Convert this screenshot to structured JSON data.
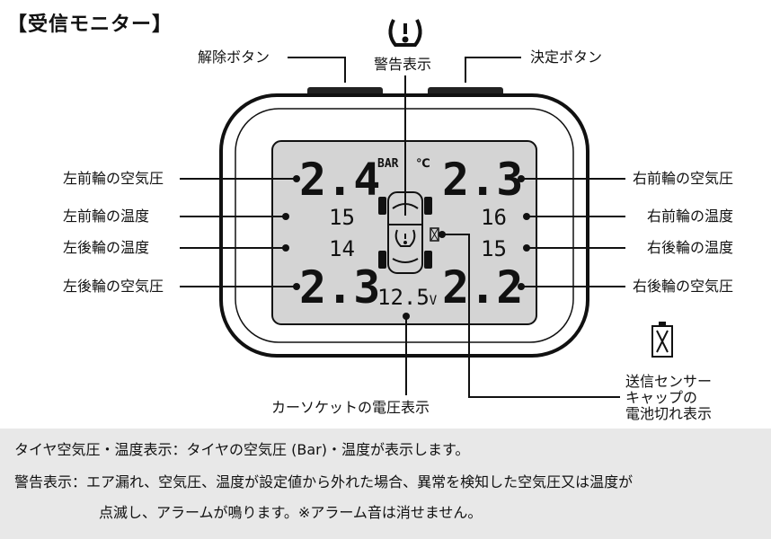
{
  "title": "【受信モニター】",
  "labels": {
    "release_button": "解除ボタン",
    "confirm_button": "決定ボタン",
    "warning_display": "警告表示",
    "fl_pressure": "左前輪の空気圧",
    "fl_temp": "左前輪の温度",
    "rl_temp": "左後輪の温度",
    "rl_pressure": "左後輪の空気圧",
    "fr_pressure": "右前輪の空気圧",
    "fr_temp": "右前輪の温度",
    "rr_temp": "右後輪の温度",
    "rr_pressure": "右後輪の空気圧",
    "voltage_display": "カーソケットの電圧表示",
    "battery_line1": "送信センサー",
    "battery_line2": "キャップの",
    "battery_line3": "電池切れ表示"
  },
  "lcd": {
    "unit_bar": "BAR",
    "unit_c": "℃",
    "fl_pressure": "2.4",
    "fr_pressure": "2.3",
    "rl_pressure": "2.3",
    "rr_pressure": "2.2",
    "fl_temp": "15",
    "fr_temp": "16",
    "rl_temp": "14",
    "rr_temp": "15",
    "voltage": "12.5",
    "voltage_unit": "V"
  },
  "notes": {
    "line1": "タイヤ空気圧・温度表示：タイヤの空気圧 (Bar)・温度が表示します。",
    "line2": "警告表示：エア漏れ、空気圧、温度が設定値から外れた場合、異常を検知した空気圧又は温度が",
    "line3": "点滅し、アラームが鳴ります。※アラーム音は消せません。"
  },
  "colors": {
    "lcd_bg": "#d4d4d4",
    "frame": "#111111",
    "note_bg": "#e8e8e8"
  }
}
